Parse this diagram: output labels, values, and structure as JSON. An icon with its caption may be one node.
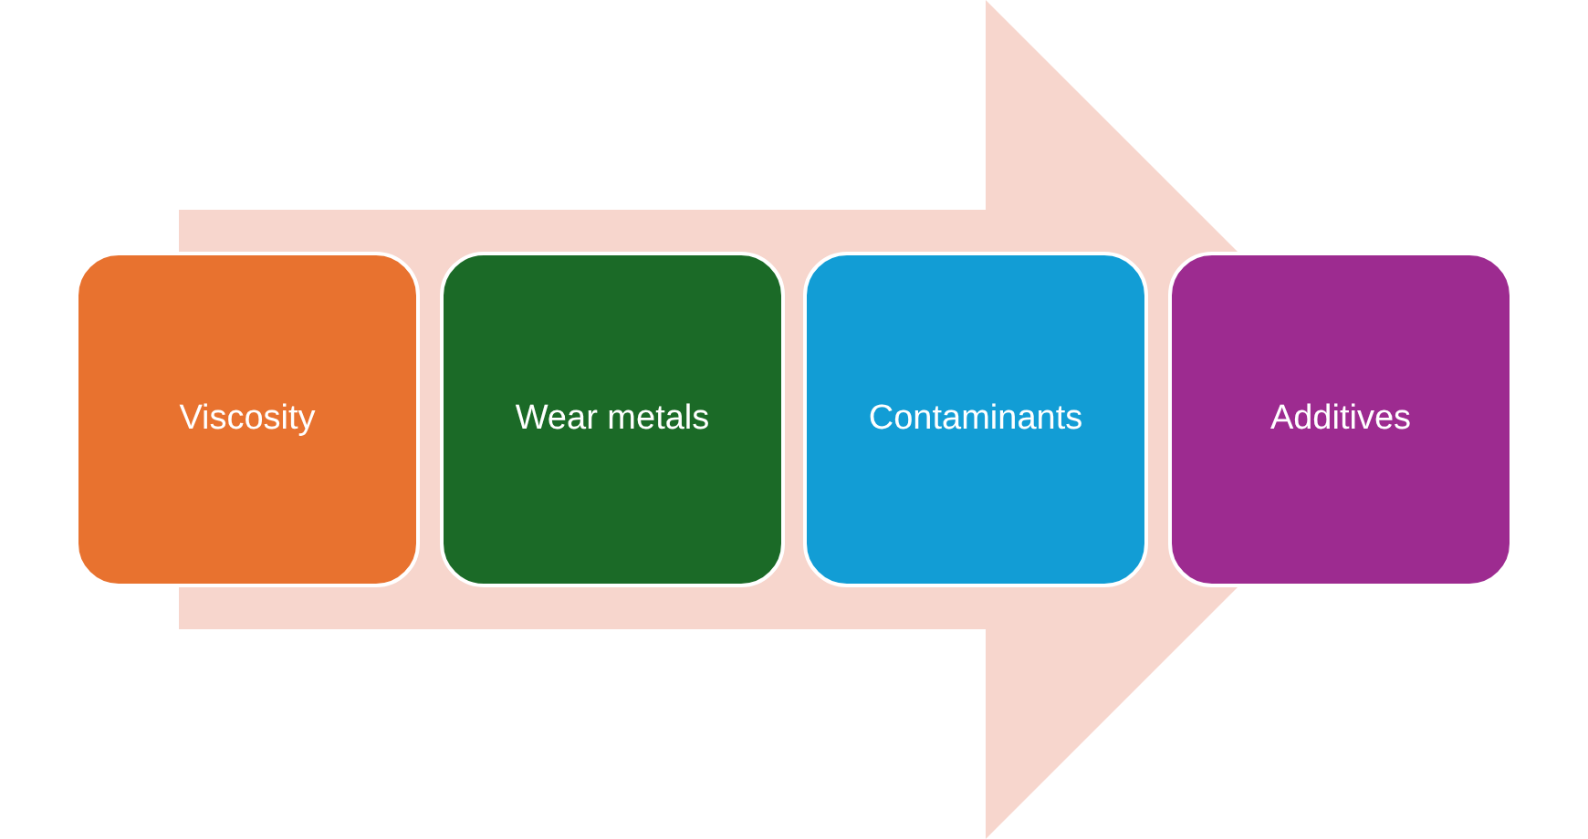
{
  "diagram": {
    "nodes": [
      {
        "text": [],
        "shape": "arrow"
      },
      {
        "text": [
          "Viscosity"
        ]
      },
      {
        "text": [
          "Wear metals"
        ],
        "in": 0
      },
      {
        "text": [
          "Contaminants"
        ],
        "in": 0
      },
      {
        "text": [
          "Additives"
        ]
      }
    ]
  }
}
